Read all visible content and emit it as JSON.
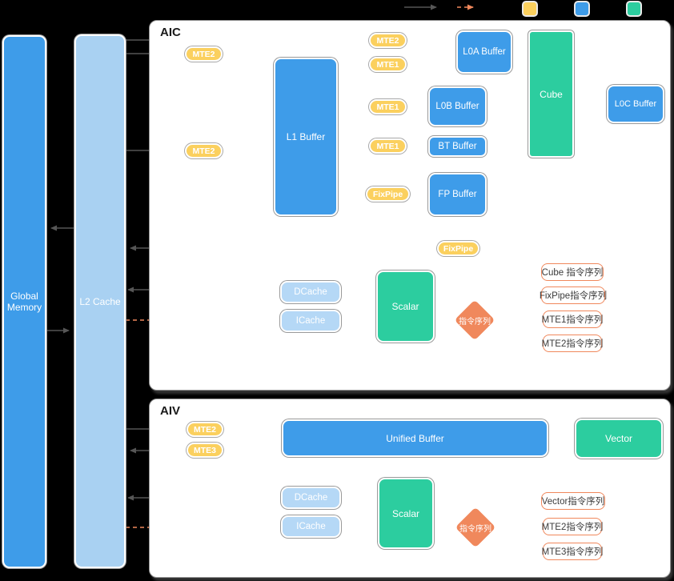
{
  "colors": {
    "blue": "#3E9CE9",
    "light_blue": "#A9D1F2",
    "cache_blue": "#B5D8F6",
    "green": "#2CCD9F",
    "yellow": "#FBD05E",
    "orange": "#F0885C",
    "line_gray": "#666666",
    "panel_border": "#949494",
    "text_dark": "#3b3b3b"
  },
  "memory": {
    "global": "Global Memory",
    "l2": "L2 Cache"
  },
  "aic": {
    "title": "AIC",
    "pills": {
      "mte2_top": "MTE2",
      "mte2_left_upper": "MTE2",
      "mte2_left_lower": "MTE2",
      "mte1_a": "MTE1",
      "mte1_b": "MTE1",
      "mte1_c": "MTE1",
      "fixpipe": "FixPipe",
      "fixpipe_out": "FixPipe"
    },
    "blocks": {
      "l1": "L1 Buffer",
      "l0a": "L0A Buffer",
      "l0b": "L0B Buffer",
      "bt": "BT Buffer",
      "fp": "FP Buffer",
      "cube": "Cube",
      "l0c": "L0C Buffer",
      "dcache": "DCache",
      "icache": "ICache",
      "scalar": "Scalar"
    },
    "diamond": "指令序列",
    "queues": [
      "Cube 指令序列",
      "FixPipe指令序列",
      "MTE1指令序列",
      "MTE2指令序列"
    ]
  },
  "aiv": {
    "title": "AIV",
    "pills": {
      "mte2": "MTE2",
      "mte3": "MTE3"
    },
    "blocks": {
      "ub": "Unified Buffer",
      "vector": "Vector",
      "dcache": "DCache",
      "icache": "ICache",
      "scalar": "Scalar"
    },
    "diamond": "指令序列",
    "queues": [
      "Vector指令序列",
      "MTE2指令序列",
      "MTE3指令序列"
    ]
  }
}
